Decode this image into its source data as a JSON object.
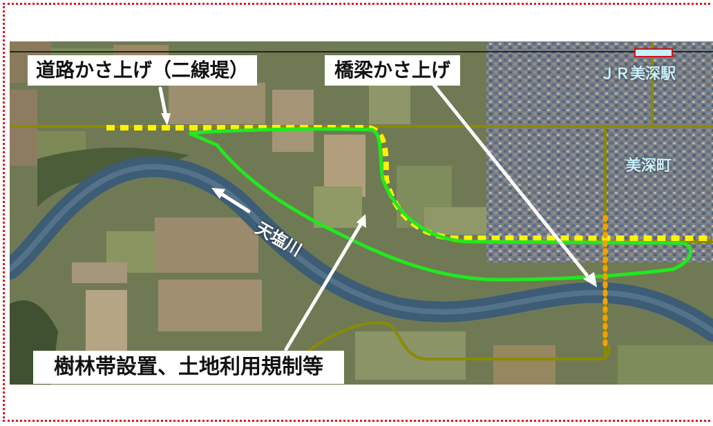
{
  "labels": {
    "road_raise": "道路かさ上げ（二線堤）",
    "bridge_raise": "橋梁かさ上げ",
    "forest_belt": "樹林帯設置、土地利用規制等",
    "station": "ＪＲ美深駅",
    "town": "美深町",
    "river": "天塩川"
  },
  "colors": {
    "frame": "#e0141e",
    "levee_line": "#fff200",
    "protected_area_outline": "#22e81e",
    "bridge_line": "#f5a000",
    "road": "#8a8a00",
    "river": "#3d5c75",
    "station_marker_fill": "#c6f2ff",
    "station_marker_border": "#d0121a"
  },
  "icons": [
    "arrow-road-label",
    "arrow-bridge-label",
    "arrow-forest-label",
    "arrow-river-flow"
  ]
}
